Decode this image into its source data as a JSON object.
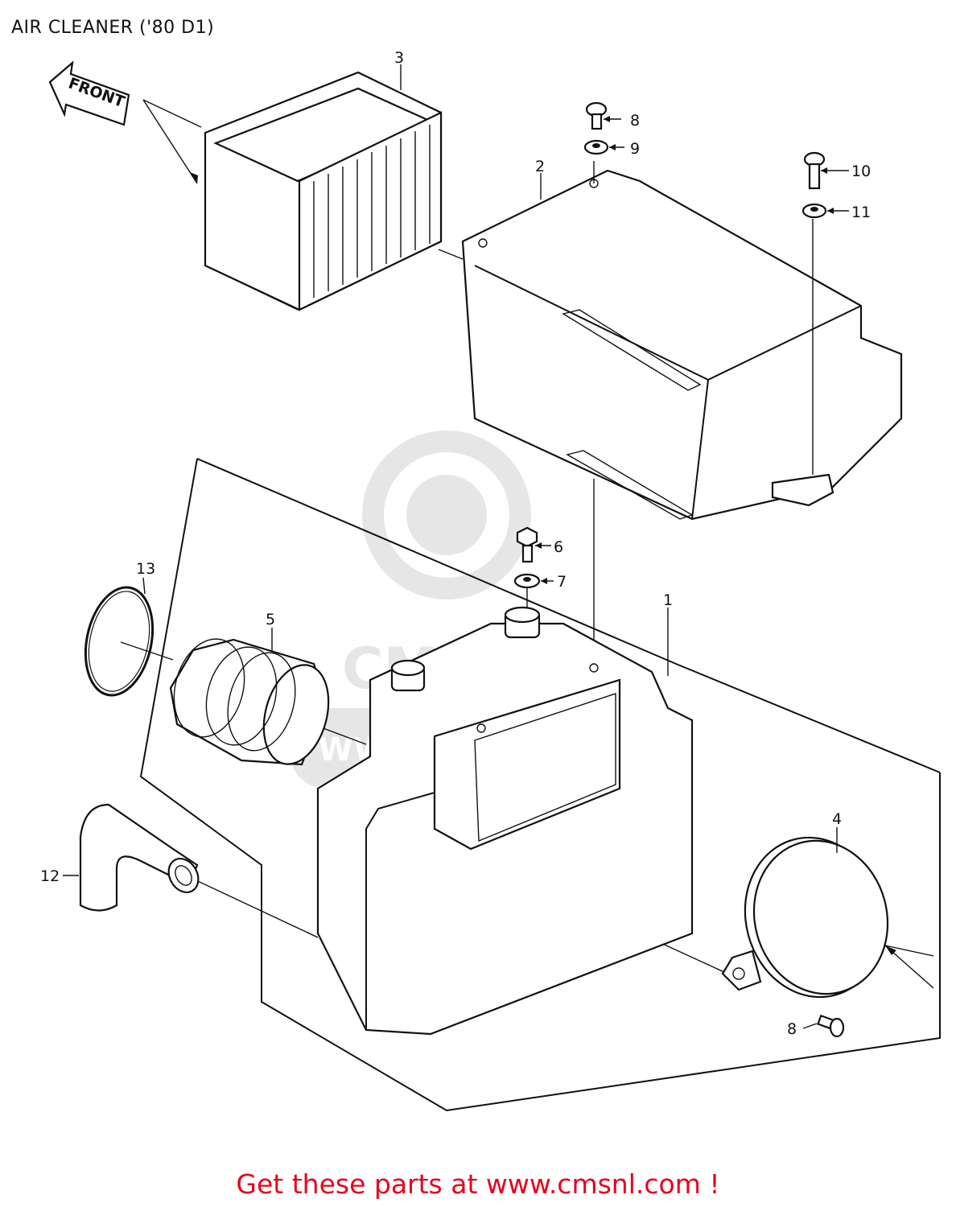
{
  "title": "AIR CLEANER ('80 D1)",
  "front_arrow_label": "FRONT",
  "watermark": {
    "brand": "CMS",
    "url": "WWW.CMSNL.COM"
  },
  "callouts": [
    {
      "id": "1",
      "label": "1"
    },
    {
      "id": "2",
      "label": "2"
    },
    {
      "id": "3",
      "label": "3"
    },
    {
      "id": "4",
      "label": "4"
    },
    {
      "id": "5",
      "label": "5"
    },
    {
      "id": "6",
      "label": "6"
    },
    {
      "id": "7",
      "label": "7"
    },
    {
      "id": "8a",
      "label": "8"
    },
    {
      "id": "8b",
      "label": "8"
    },
    {
      "id": "9",
      "label": "9"
    },
    {
      "id": "10",
      "label": "10"
    },
    {
      "id": "11",
      "label": "11"
    },
    {
      "id": "12",
      "label": "12"
    },
    {
      "id": "13",
      "label": "13"
    }
  ],
  "promo_text": "Get these parts at www.cmsnl.com !"
}
